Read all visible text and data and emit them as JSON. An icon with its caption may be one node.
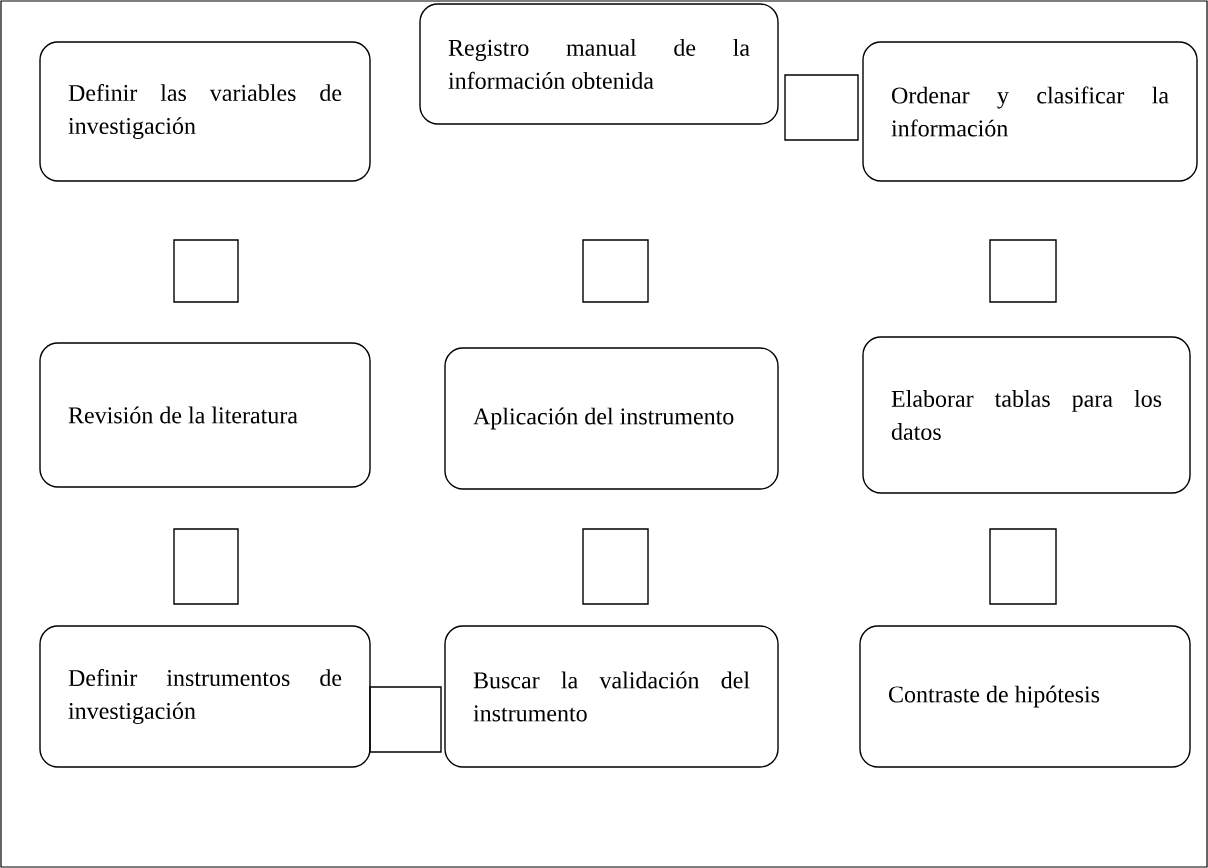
{
  "diagram": {
    "nodes": [
      {
        "text": [
          "Definir las variables de investigación"
        ]
      },
      {
        "text": [
          "Registro manual de la información obtenida"
        ]
      },
      {
        "text": [],
        "shape": "box"
      },
      {
        "text": [
          "Ordenar y clasificar la información"
        ]
      },
      {
        "text": [],
        "shape": "box"
      },
      {
        "text": [],
        "shape": "box"
      },
      {
        "text": [],
        "shape": "box"
      },
      {
        "text": [
          "Revisión de la literatura"
        ]
      },
      {
        "text": [
          "Aplicación del instrumento"
        ]
      },
      {
        "text": [
          "Elaborar tablas para los datos"
        ]
      },
      {
        "text": [],
        "shape": "box"
      },
      {
        "text": [],
        "shape": "box"
      },
      {
        "text": [],
        "shape": "box"
      },
      {
        "text": [
          "Definir instrumentos de investigación"
        ]
      },
      {
        "text": [],
        "shape": "box"
      },
      {
        "text": [
          "Buscar la validación del instrumento"
        ]
      },
      {
        "text": [
          "Contraste de hipótesis"
        ]
      }
    ]
  }
}
